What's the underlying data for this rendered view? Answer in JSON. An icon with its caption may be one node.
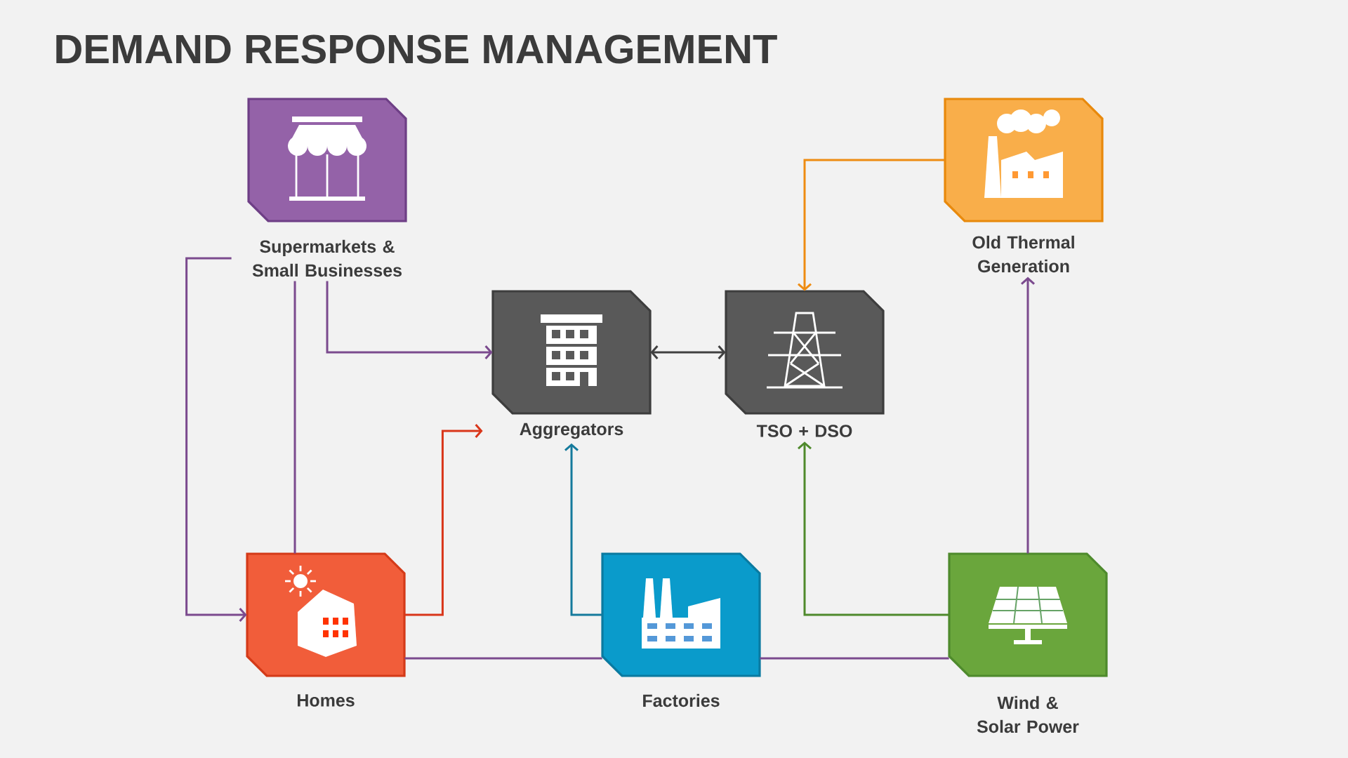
{
  "diagram": {
    "title": "DEMAND RESPONSE MANAGEMENT",
    "nodes": [
      {
        "text": [
          "Supermarkets & Small Businesses"
        ]
      },
      {
        "text": [
          "Aggregators"
        ]
      },
      {
        "text": [
          "TSO + DSO"
        ]
      },
      {
        "text": [
          "Old Thermal Generation"
        ]
      },
      {
        "text": [
          "Homes"
        ]
      },
      {
        "text": [
          "Factories"
        ]
      },
      {
        "text": [
          "Wind & Solar Power"
        ]
      }
    ],
    "edges": [
      {
        "from": 0,
        "to": 1,
        "arrow": "to"
      },
      {
        "from": 1,
        "to": 2,
        "arrow": "both",
        "color": "#404040"
      },
      {
        "from": 3,
        "to": 2,
        "arrow": "to",
        "color": "#ee8c12"
      },
      {
        "from": 4,
        "to": 1,
        "arrow": "to",
        "color": "#d9361a"
      },
      {
        "from": 5,
        "to": 1,
        "arrow": "to",
        "color": "#157a9c"
      },
      {
        "from": 6,
        "to": 2,
        "arrow": "to",
        "color": "#4f8a2c"
      },
      {
        "from": 6,
        "to": 3,
        "arrow": "to"
      },
      {
        "from": 0,
        "to": 4,
        "arrow": "to"
      },
      {
        "from": 4,
        "to": 0,
        "arrow": "none"
      },
      {
        "from": 4,
        "to": 5,
        "arrow": "none"
      },
      {
        "from": 5,
        "to": 6,
        "arrow": "none"
      }
    ]
  }
}
